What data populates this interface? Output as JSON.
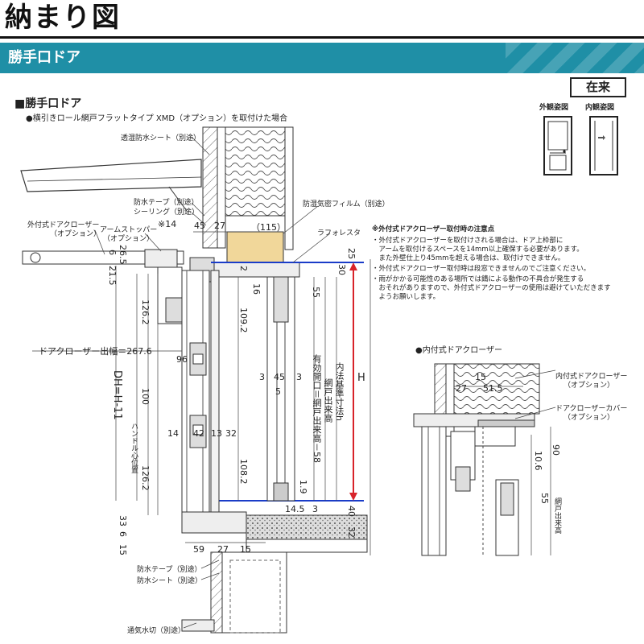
{
  "header": {
    "title": "納まり図",
    "banner": "勝手口ドア"
  },
  "section": {
    "title": "■勝手口ドア",
    "subtitle": "●横引きロール網戸フラットタイプ XMD（オプション）を取付けた場合",
    "badge": "在来",
    "exterior_label": "外観姿図",
    "interior_label": "内観姿図"
  },
  "labels": {
    "breathable_sheet": "透湿防水シート（別途）",
    "waterproof_tape_top": "防水テープ（別途）",
    "sealing": "シーリング（別途）",
    "door_closer_ext": "外付式ドアクローザー",
    "option1": "（オプション）",
    "arm_stopper": "アームストッパー",
    "option2": "（オプション）",
    "note14": "※14",
    "vapor_film": "防湿気密フィルム（別途）",
    "rafuresta": "ラフォレスタ",
    "closer_projection": "ドアクローザー出幅＝267.6",
    "dh": "DH=H-11",
    "handle_center": "ハンドル心位置",
    "effective_opening": "有効開口＝網戸出来高－58",
    "screen_height": "網戸出来高",
    "inner_dim": "内法基準寸法h",
    "h": "H",
    "waterproof_tape_bottom": "防水テープ（別途）",
    "waterproof_sheet": "防水シート（別途）",
    "drain": "通気水切（別途）"
  },
  "dims": {
    "d45": "45",
    "d27": "27",
    "d115": "（115）",
    "d21_5": "21.5",
    "d6a": "6",
    "d26_5": "26.5",
    "d25": "25",
    "d2": "2",
    "d30": "30",
    "d16": "16",
    "d55": "55",
    "d126_2a": "126.2",
    "d109_2": "109.2",
    "d96": "96",
    "d3a": "3",
    "d45b": "45",
    "d3b": "3",
    "d5": "5",
    "d100": "100",
    "d14": "14",
    "d42": "42",
    "d13": "13",
    "d32": "32",
    "d126_2b": "126.2",
    "d108_2": "108.2",
    "d1_9": "1.9",
    "d14_5": "14.5",
    "d3c": "3",
    "d40": "40",
    "d33": "33",
    "d6b": "6",
    "d15a": "15",
    "d59": "59",
    "d27b": "27",
    "d15b": "15",
    "d32b": "32"
  },
  "notes": {
    "title": "※外付式ドアクローザー取付時の注意点",
    "lines": [
      "・外付式ドアクローザーを取付けされる場合は、ドア上枠部に",
      "　アームを取付けるスペースを14mm以上確保する必要があります。",
      "　また外壁仕上り45mmを超える場合は、取付けできません。",
      "・外付式ドアクローザー取付時は段窓できませんのでご注意ください。",
      "・雨がかかる可能性のある場所では錆による動作の不具合が発生する",
      "　おそれがありますので、外付式ドアクローザーの使用は避けていただきます",
      "　ようお願いします。"
    ]
  },
  "inner_closer": {
    "title": "●内付式ドアクローザー",
    "label1": "内付式ドアクローザー",
    "label1_opt": "（オプション）",
    "label2": "ドアクローザーカバー",
    "label2_opt": "（オプション）",
    "d15": "15",
    "d27": "27",
    "d51_5": "51.5",
    "d10_6": "10.6",
    "d90": "90",
    "d55": "55",
    "screen_height": "網戸出来高"
  },
  "colors": {
    "banner": "#1f8fa6",
    "insulation": "#f1d79a",
    "blue_line": "#1a3cc8",
    "red_line": "#d8232a"
  }
}
